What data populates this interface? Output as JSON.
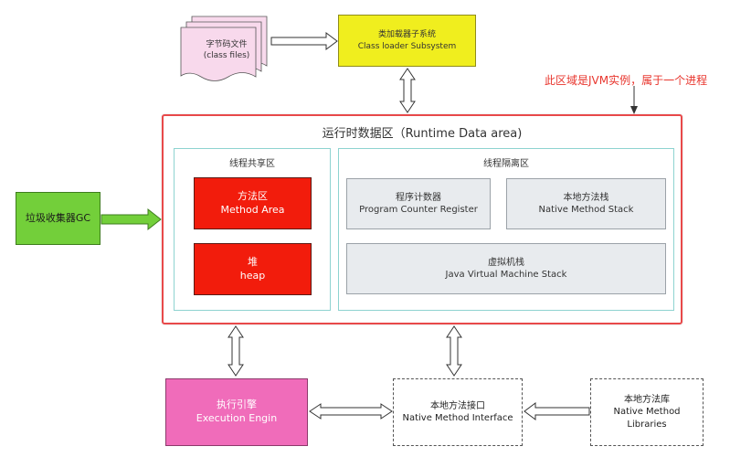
{
  "class_files": {
    "line1": "字节码文件",
    "line2": "(class files)"
  },
  "class_loader": {
    "line1": "类加载器子系统",
    "line2": "Class loader Subsystem"
  },
  "annotation": "此区域是JVM实例，属于一个进程",
  "runtime": {
    "title": "运行时数据区（Runtime Data area)",
    "shared_title": "线程共享区",
    "isolated_title": "线程隔离区",
    "method_area": {
      "line1": "方法区",
      "line2": "Method Area"
    },
    "heap": {
      "line1": "堆",
      "line2": "heap"
    },
    "pc_register": {
      "line1": "程序计数器",
      "line2": "Program Counter Register"
    },
    "native_stack": {
      "line1": "本地方法栈",
      "line2": "Native Method Stack"
    },
    "jvm_stack": {
      "line1": "虚拟机栈",
      "line2": "Java Virtual Machine Stack"
    }
  },
  "gc": {
    "label": "垃圾收集器GC"
  },
  "execution_engine": {
    "line1": "执行引擎",
    "line2": "Execution Engin"
  },
  "native_interface": {
    "line1": "本地方法接口",
    "line2": "Native Method Interface"
  },
  "native_libraries": {
    "line1": "本地方法库",
    "line2": "Native Method",
    "line3": "Libraries"
  },
  "colors": {
    "loader": "#f0ee1e",
    "runtime_border": "#e8494a",
    "region_border": "#8ed3d0",
    "red_box": "#f21c0c",
    "gray_box": "#e8ebee",
    "gc": "#73cf3a",
    "exec": "#f06cba",
    "class_files": "#f8d9ec",
    "annotation": "#e8352d"
  }
}
